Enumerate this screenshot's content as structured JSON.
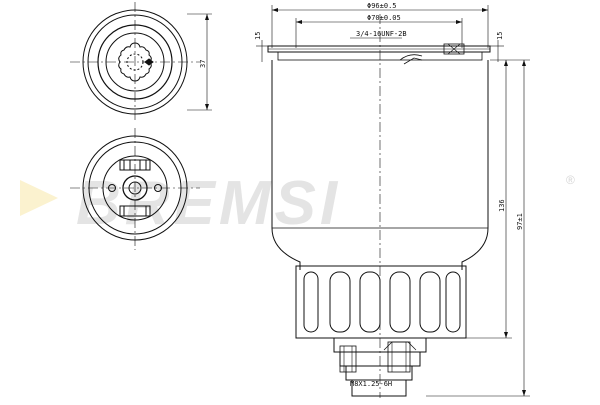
{
  "drawing": {
    "watermark": "BREMSI",
    "registered_mark": "®",
    "dimensions": {
      "outer_diameter": "Φ96±0.5",
      "inner_diameter": "Φ70±0.05",
      "thread": "3/4-16UNF-2B",
      "lip_left": "15",
      "lip_right": "15",
      "top_view_depth": "37",
      "overall_height": "136",
      "body_height": "97±1",
      "drain_thread": "M8X1.25-6H"
    }
  },
  "colors": {
    "line": "#111111",
    "watermark": "#e4e4e4",
    "arrow": "#fbf2cf"
  }
}
